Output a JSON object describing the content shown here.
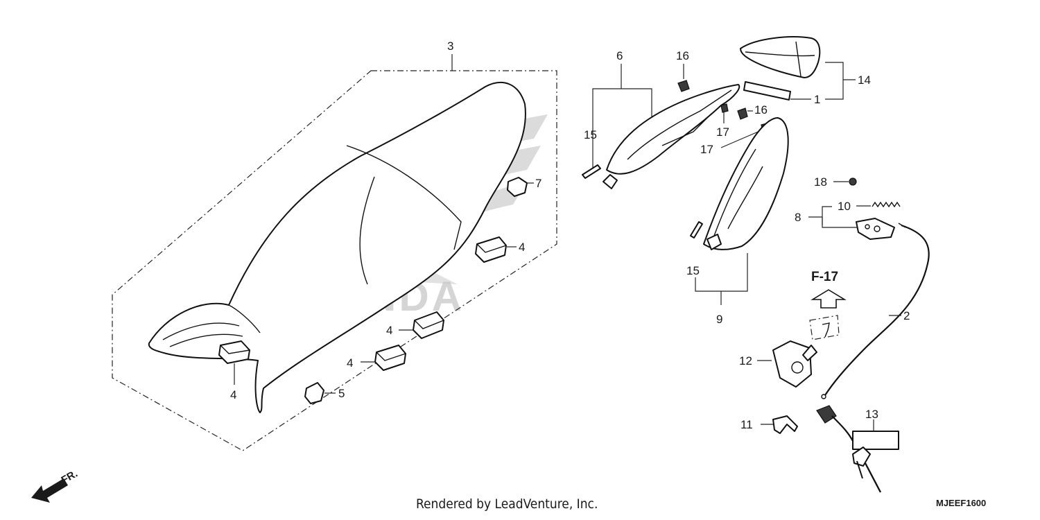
{
  "callouts": {
    "p1": "1",
    "p2": "2",
    "p3": "3",
    "p4a": "4",
    "p4b": "4",
    "p4c": "4",
    "p4d": "4",
    "p5": "5",
    "p6": "6",
    "p7": "7",
    "p8": "8",
    "p9": "9",
    "p10": "10",
    "p11": "11",
    "p12": "12",
    "p13": "13",
    "p14": "14",
    "p15a": "15",
    "p15b": "15",
    "p16a": "16",
    "p16b": "16",
    "p17a": "17",
    "p17b": "17",
    "p18": "18"
  },
  "reference": "F-17",
  "direction_label": "FR.",
  "credit": "Rendered by LeadVenture, Inc.",
  "diagram_code": "MJEEF1600",
  "logo": {
    "text": "HONDA",
    "color": "#bdbdbd"
  },
  "icons": [
    "front-direction-arrow-icon",
    "reference-arrow-icon",
    "wing-logo-icon"
  ]
}
